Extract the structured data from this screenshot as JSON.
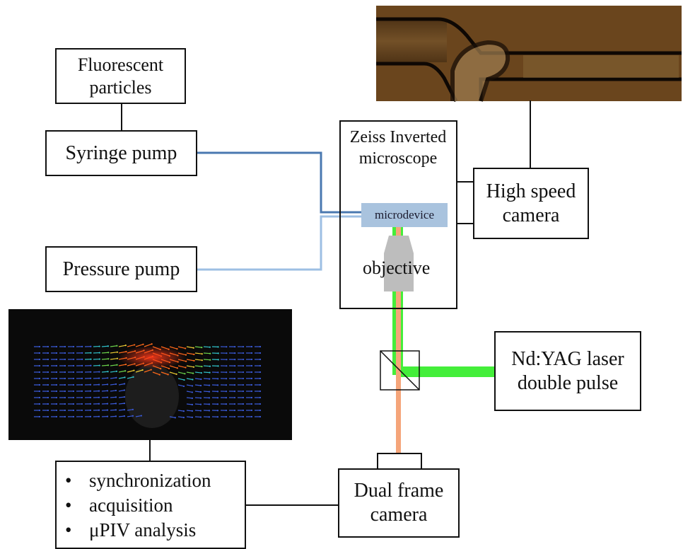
{
  "fluorescent_box": {
    "line1": "Fluorescent",
    "line2": "particles"
  },
  "syringe_box": {
    "label": "Syringe pump"
  },
  "pressure_box": {
    "label": "Pressure pump"
  },
  "microscope": {
    "line1": "Zeiss Inverted",
    "line2": "microscope",
    "microdevice": "microdevice",
    "objective": "objective"
  },
  "camera_box": {
    "line1": "High speed",
    "line2": "camera"
  },
  "laser_box": {
    "line1": "Nd:YAG laser",
    "line2": "double pulse"
  },
  "dual_camera_box": {
    "line1": "Dual frame",
    "line2": "camera"
  },
  "analysis_box": {
    "items": [
      "synchronization",
      "acquisition",
      "μPIV analysis"
    ]
  },
  "colors": {
    "syringe_line": "#4a78b0",
    "pressure_line": "#9dbfe3",
    "laser_green": "#44ee3a",
    "signal_orange": "#f5a57a",
    "objective_gray": "#bdbdbd",
    "microdevice_fill": "#a9c3de"
  }
}
